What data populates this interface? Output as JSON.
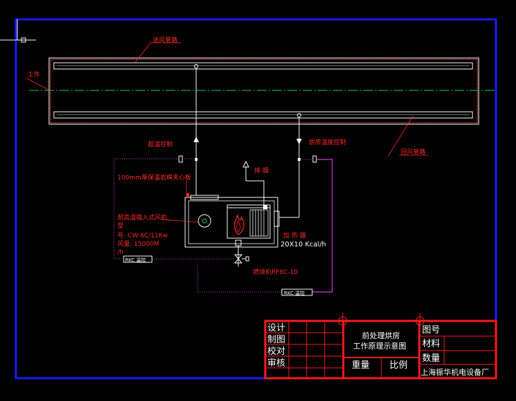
{
  "colors": {
    "background": "#000000",
    "border": "#1a1aff",
    "title_block": "#ff1a1a",
    "duct": "#ffffff",
    "duct_fill": "#b23a3a",
    "centerline": "#22cc44",
    "control_line": "#cc44cc",
    "text": "#ff2a2a"
  },
  "labels": {
    "supply_duct": "送风管路",
    "work": "工件",
    "return_duct": "回风管路",
    "over_temp_control": "超温控制",
    "oven_temp_control": "烘房温度控制",
    "insulation": "100mm厚保温岩棉夹心板",
    "exhaust": "排 烟",
    "fan_line1": "耐高温插入式风机",
    "fan_line2": "型",
    "fan_line3": "号: CW-6C/11Kw",
    "fan_line4": "风量: 15000M",
    "fan_line5": "/h",
    "heater_line1": "加 热 器",
    "heater_line2": "20X10  Kcal/h",
    "burner": "燃烧机RF8C-10",
    "rkc1": "RKC 温控",
    "rkc2": "RKC 温控"
  },
  "title_block": {
    "design": "设计",
    "drawing": "制图",
    "check": "校对",
    "review": "审核",
    "title_line1": "前处理烘房",
    "title_line2": "工作原理示意图",
    "weight": "重量",
    "scale": "比例",
    "drawing_no": "图号",
    "material": "材料",
    "quantity": "数量",
    "company": "上海振华机电设备厂"
  }
}
